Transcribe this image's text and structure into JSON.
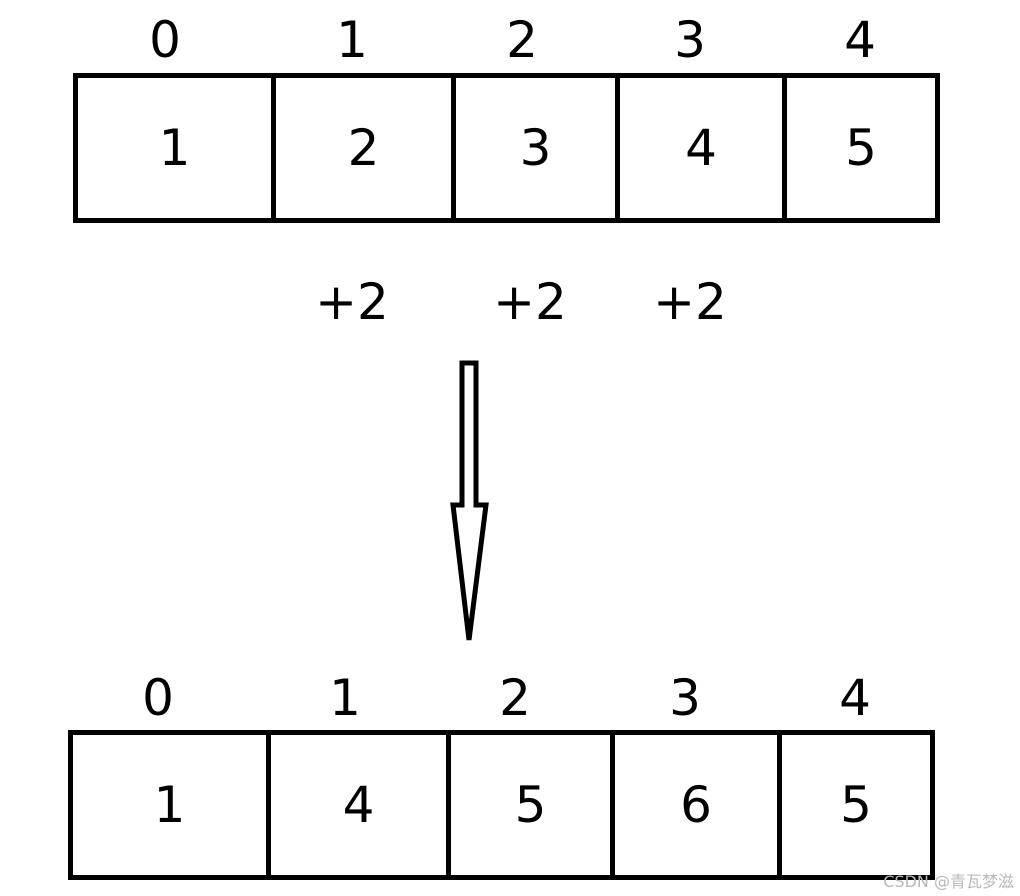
{
  "top": {
    "indices": [
      "0",
      "1",
      "2",
      "3",
      "4"
    ],
    "values": [
      "1",
      "2",
      "3",
      "4",
      "5"
    ]
  },
  "increments": [
    "+2",
    "+2",
    "+2"
  ],
  "bottom": {
    "indices": [
      "0",
      "1",
      "2",
      "3",
      "4"
    ],
    "values": [
      "1",
      "4",
      "5",
      "6",
      "5"
    ]
  },
  "watermark": "CSDN @青瓦梦滋",
  "colors": {
    "stroke": "#000000",
    "background": "#ffffff",
    "watermark": "#b9b9b9"
  },
  "icons": {
    "transform_arrow": "down-arrow-icon"
  }
}
